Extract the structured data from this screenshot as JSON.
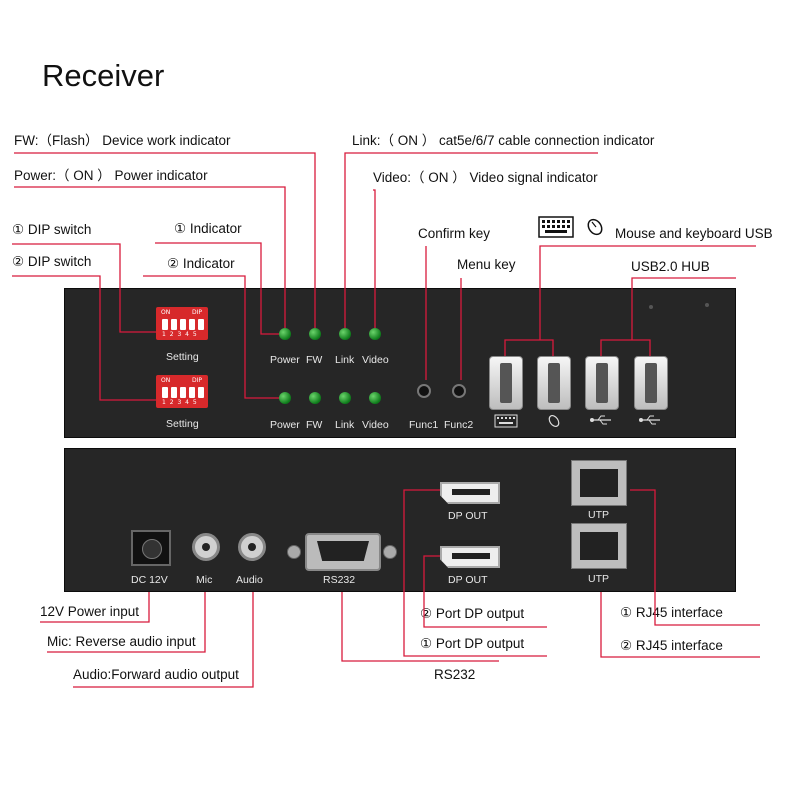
{
  "title": "Receiver",
  "annotations": {
    "fw": "FW:（Flash） Device work indicator",
    "power": "Power:（ ON ） Power indicator",
    "link": "Link:（ ON ） cat5e/6/7 cable connection indicator",
    "video": "Video:（ ON ） Video signal indicator",
    "dip1": "① DIP switch",
    "dip2": "② DIP switch",
    "ind1": "① Indicator",
    "ind2": "② Indicator",
    "confirm": "Confirm key",
    "menu": "Menu key",
    "mouse_kb": "Mouse and keyboard USB",
    "usb_hub": "USB2.0 HUB",
    "power_input": "12V Power input",
    "mic": "Mic: Reverse audio input",
    "audio": "Audio:Forward audio output",
    "rs232": "RS232",
    "dp2": "② Port DP output",
    "dp1": "① Port DP output",
    "rj1": "① RJ45 interface",
    "rj2": "② RJ45 interface"
  },
  "front_panel": {
    "dip_on": "ON",
    "dip_dip": "DIP",
    "dip_numbers": "1 2 3 4 5",
    "setting": "Setting",
    "led_labels": [
      "Power",
      "FW",
      "Link",
      "Video"
    ],
    "func1": "Func1",
    "func2": "Func2"
  },
  "rear_panel": {
    "dc": "DC 12V",
    "mic": "Mic",
    "audio": "Audio",
    "rs232": "RS232",
    "dp_out": "DP OUT",
    "utp": "UTP"
  },
  "colors": {
    "leader": "#d81b3c",
    "panel": "#262626",
    "dip": "#d7292b",
    "led": "#1e9a2a"
  }
}
